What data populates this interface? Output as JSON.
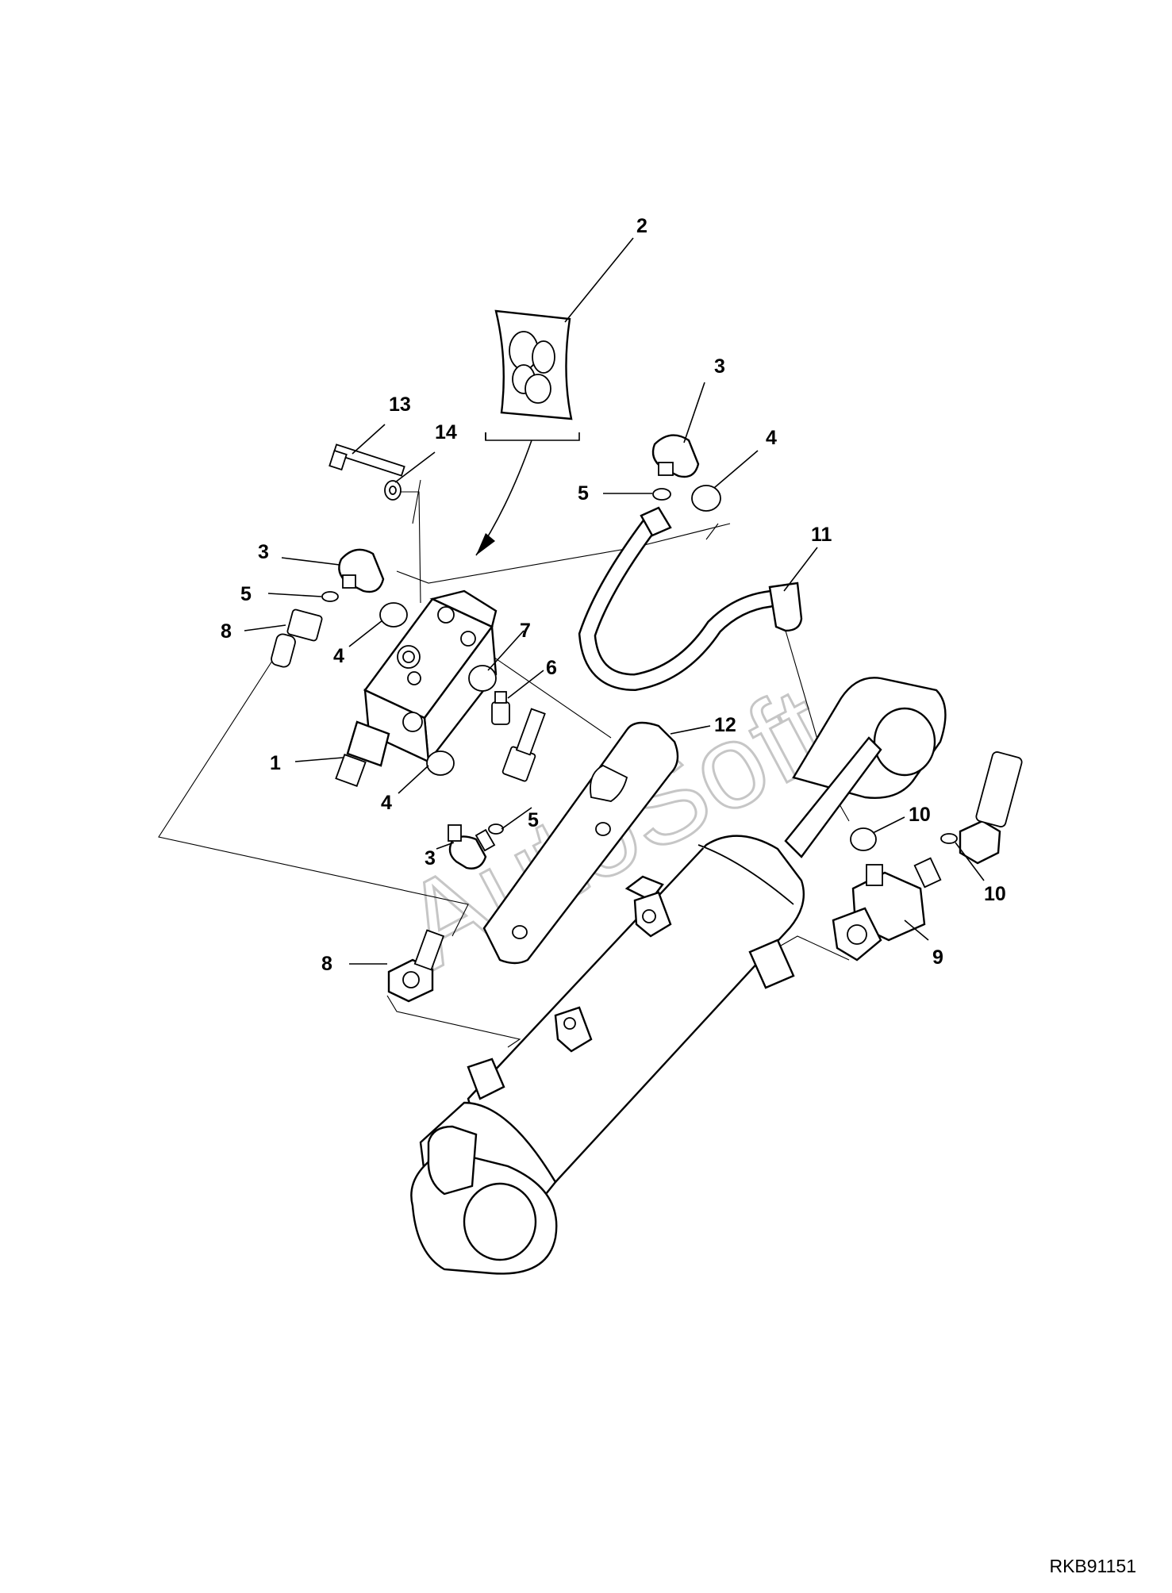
{
  "diagram": {
    "reference_code": "RKB91151",
    "watermark": "AutoSoft",
    "callouts": [
      {
        "id": "c-2",
        "number": "2"
      },
      {
        "id": "c-3a",
        "number": "3"
      },
      {
        "id": "c-4a",
        "number": "4"
      },
      {
        "id": "c-5a",
        "number": "5"
      },
      {
        "id": "c-11",
        "number": "11"
      },
      {
        "id": "c-13",
        "number": "13"
      },
      {
        "id": "c-14",
        "number": "14"
      },
      {
        "id": "c-3b",
        "number": "3"
      },
      {
        "id": "c-5b",
        "number": "5"
      },
      {
        "id": "c-8a",
        "number": "8"
      },
      {
        "id": "c-4b",
        "number": "4"
      },
      {
        "id": "c-7",
        "number": "7"
      },
      {
        "id": "c-6",
        "number": "6"
      },
      {
        "id": "c-1",
        "number": "1"
      },
      {
        "id": "c-12",
        "number": "12"
      },
      {
        "id": "c-4c",
        "number": "4"
      },
      {
        "id": "c-5c",
        "number": "5"
      },
      {
        "id": "c-3c",
        "number": "3"
      },
      {
        "id": "c-10a",
        "number": "10"
      },
      {
        "id": "c-10b",
        "number": "10"
      },
      {
        "id": "c-9",
        "number": "9"
      },
      {
        "id": "c-8b",
        "number": "8"
      }
    ]
  }
}
